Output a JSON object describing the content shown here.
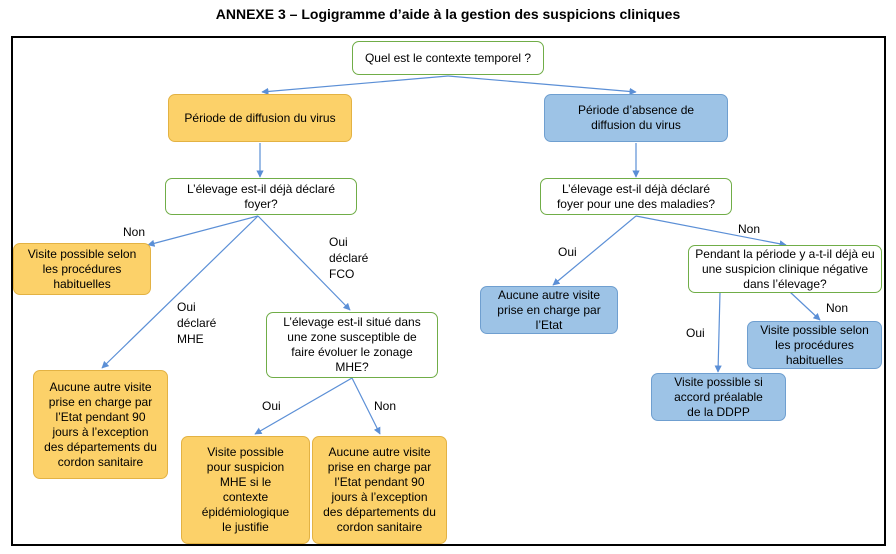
{
  "title": "ANNEXE 3 – Logigramme d’aide à la gestion des suspicions cliniques",
  "nodes": {
    "context_question": "Quel est le contexte temporel ?",
    "period_diffusion": "Période de diffusion du virus",
    "period_absence": "Période d’absence de diffusion du virus",
    "left_declared_question": "L’élevage est-il déjà déclaré foyer?",
    "right_declared_question": "L’élevage est-il déjà déclaré foyer pour une des maladies?",
    "left_visit_usual": "Visite possible selon les procédures habituelles",
    "left_no_visit_mhe": "Aucune autre visite prise en charge par l’Etat pendant 90 jours à l’exception des départements du cordon sanitaire",
    "zone_question": "L’élevage est-il situé dans une zone susceptible de faire évoluer le zonage MHE?",
    "visit_suspicion_mhe": "Visite possible pour suspicion MHE si le contexte épidémiologique le justifie",
    "no_visit_cordon": "Aucune autre visite prise en charge par l’Etat pendant 90 jours à l’exception des départements du cordon sanitaire",
    "right_no_visit": "Aucune autre visite prise en charge par l’Etat",
    "period_suspicion_question": "Pendant la période y a-t-il déjà eu une suspicion clinique négative dans l’élevage?",
    "right_visit_usual": "Visite possible selon les procédures habituelles",
    "visit_ddpp": "Visite possible si accord préalable de la DDPP"
  },
  "labels": {
    "left_non": "Non",
    "oui_mhe": "Oui\ndéclaré\nMHE",
    "oui_fco": "Oui\ndéclaré\nFCO",
    "zone_oui": "Oui",
    "zone_non": "Non",
    "right_oui": "Oui",
    "right_non": "Non",
    "susp_oui": "Oui",
    "susp_non": "Non"
  },
  "colors": {
    "question_border": "#70ad47",
    "orange_fill": "#fcd169",
    "blue_fill": "#9dc3e6",
    "arrow": "#5b8fd6"
  }
}
